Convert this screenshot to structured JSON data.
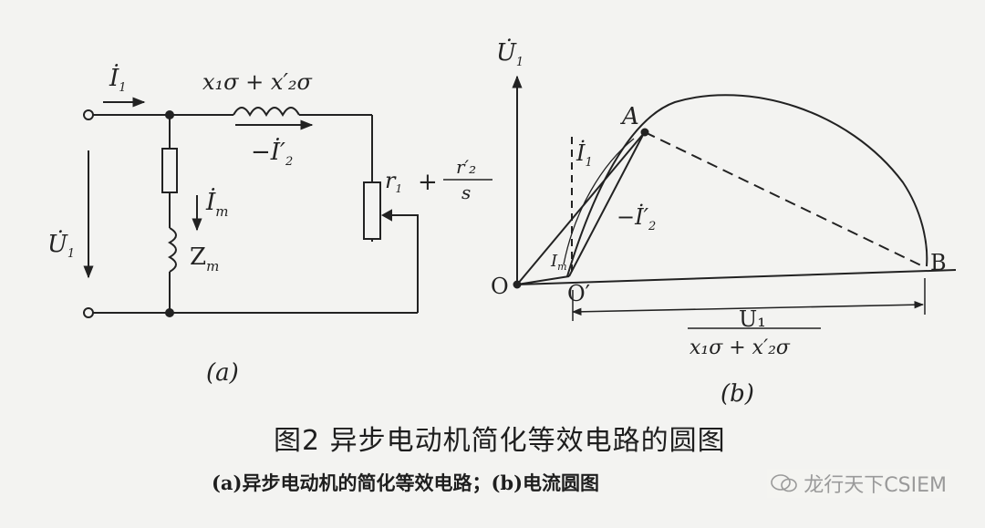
{
  "figure_caption": "图2  异步电动机简化等效电路的圆图",
  "sub_caption": "(a)异步电动机的简化等效电路；(b)电流圆图",
  "watermark": "龙行天下CSIEM",
  "panel_a": {
    "label": "(a)",
    "I1": "İ",
    "I1_sub": "1",
    "impedance_top": "x₁σ + x′₂σ",
    "minus_I2": "−İ′",
    "minus_I2_sub": "2",
    "Im": "İ",
    "Im_sub": "m",
    "U1": "U̇",
    "U1_sub": "1",
    "Zm": "Z",
    "Zm_sub": "m",
    "r1": "r",
    "r1_sub": "1",
    "plus": "+",
    "r2_num": "r′₂",
    "r2_den": "s"
  },
  "panel_b": {
    "label": "(b)",
    "U1_axis": "U̇",
    "U1_axis_sub": "1",
    "A": "A",
    "B": "B",
    "O": "O",
    "O_prime": "O′",
    "I1": "İ",
    "I1_sub": "1",
    "minus_I2": "−İ′",
    "minus_I2_sub": "2",
    "Im": "I",
    "Im_sub": "m",
    "diam_num": "U₁",
    "diam_den": "x₁σ + x′₂σ"
  }
}
